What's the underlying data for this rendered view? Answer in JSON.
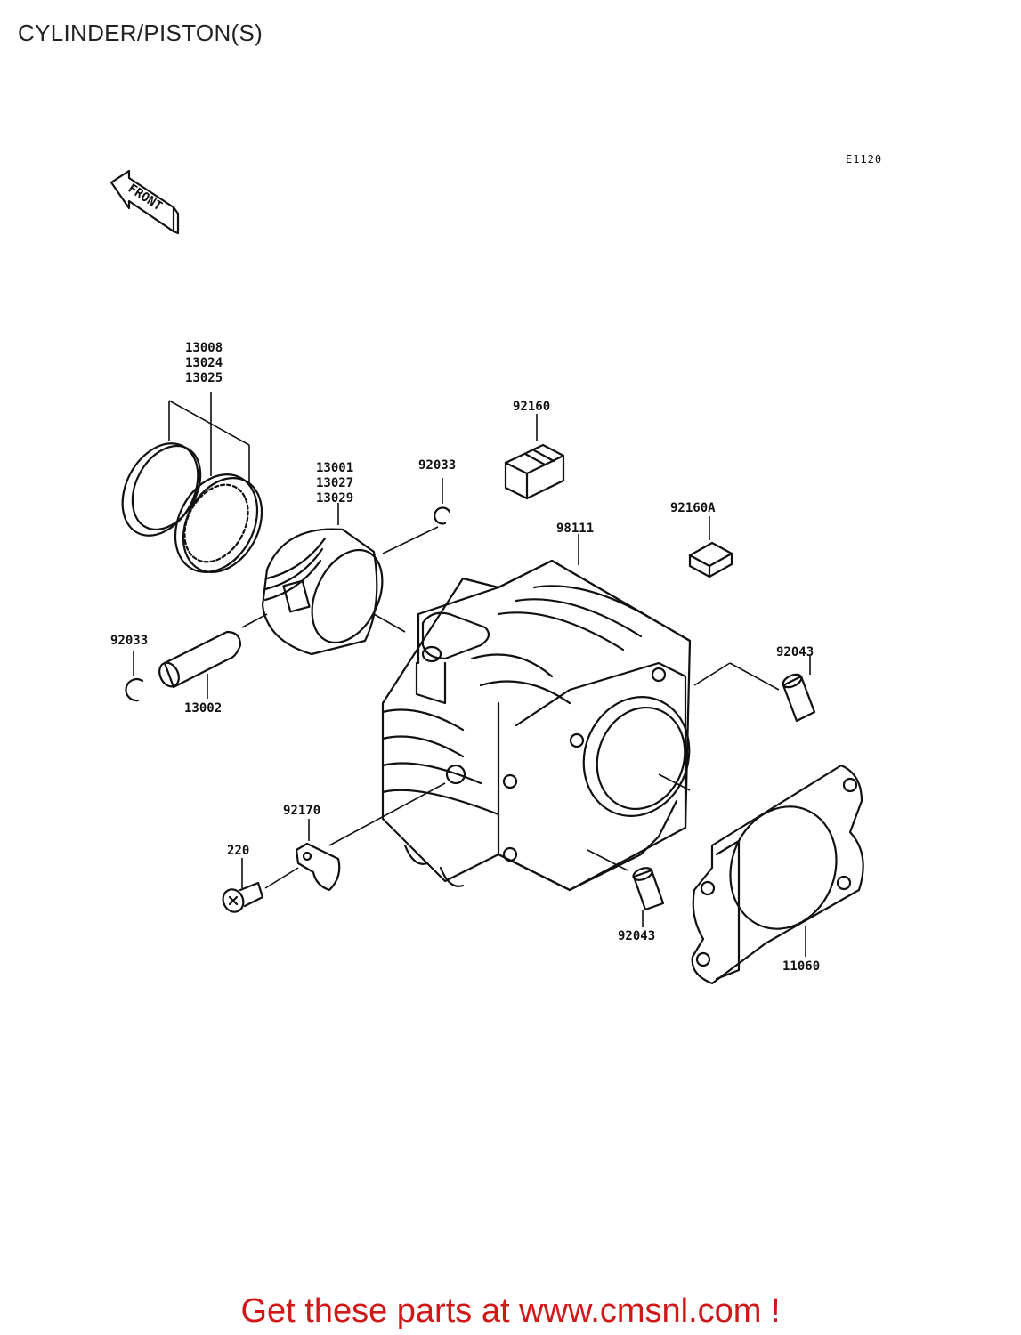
{
  "page": {
    "title": "CYLINDER/PISTON(S)",
    "diagram_code": "E1120",
    "front_label": "FRONT"
  },
  "part_labels": {
    "rings_a": "13008",
    "rings_b": "13024",
    "rings_c": "13025",
    "piston_a": "13001",
    "piston_b": "13027",
    "piston_c": "13029",
    "circlip_top": "92033",
    "circlip_left": "92033",
    "piston_pin": "13002",
    "dowel_block": "92160",
    "dowel_block_a": "92160A",
    "cylinder": "98111",
    "dowel_right": "92043",
    "dowel_bottom": "92043",
    "clamp": "92170",
    "bolt": "220",
    "gasket": "11060"
  },
  "footer": {
    "promo_text": "Get these parts at www.cmsnl.com !"
  }
}
